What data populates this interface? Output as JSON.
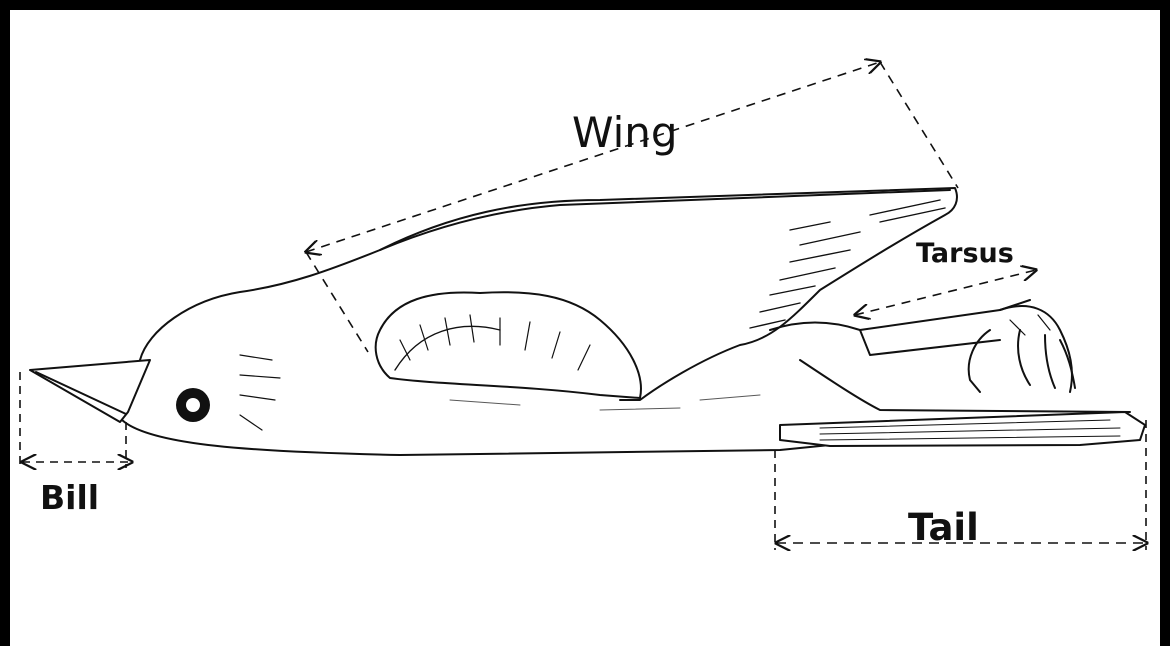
{
  "diagram": {
    "labels": {
      "wing": "Wing",
      "tarsus": "Tarsus",
      "bill": "Bill",
      "tail": "Tail"
    },
    "colors": {
      "ink": "#111111",
      "frame": "#000000",
      "background": "#ffffff"
    }
  }
}
